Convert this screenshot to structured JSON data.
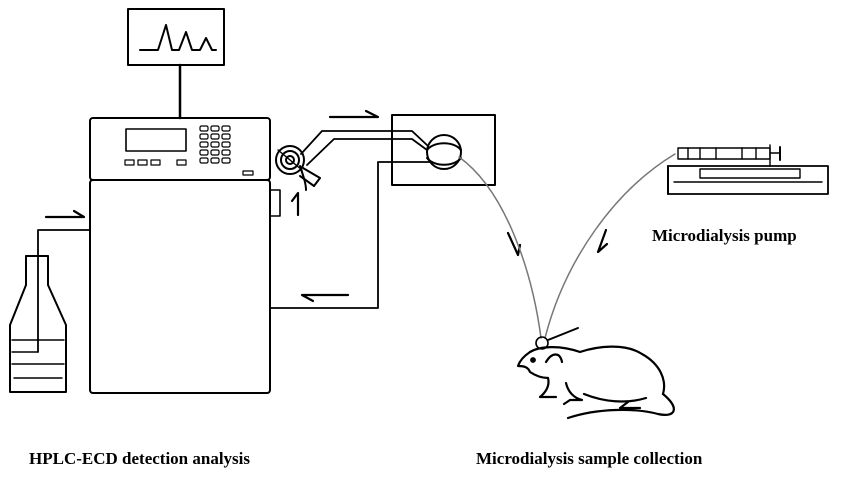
{
  "labels": {
    "pump": "Microdialysis pump",
    "hplc": "HPLC-ECD detection analysis",
    "collection": "Microdialysis sample collection"
  },
  "colors": {
    "stroke": "#000000",
    "tube": "#777777",
    "background": "#ffffff"
  }
}
